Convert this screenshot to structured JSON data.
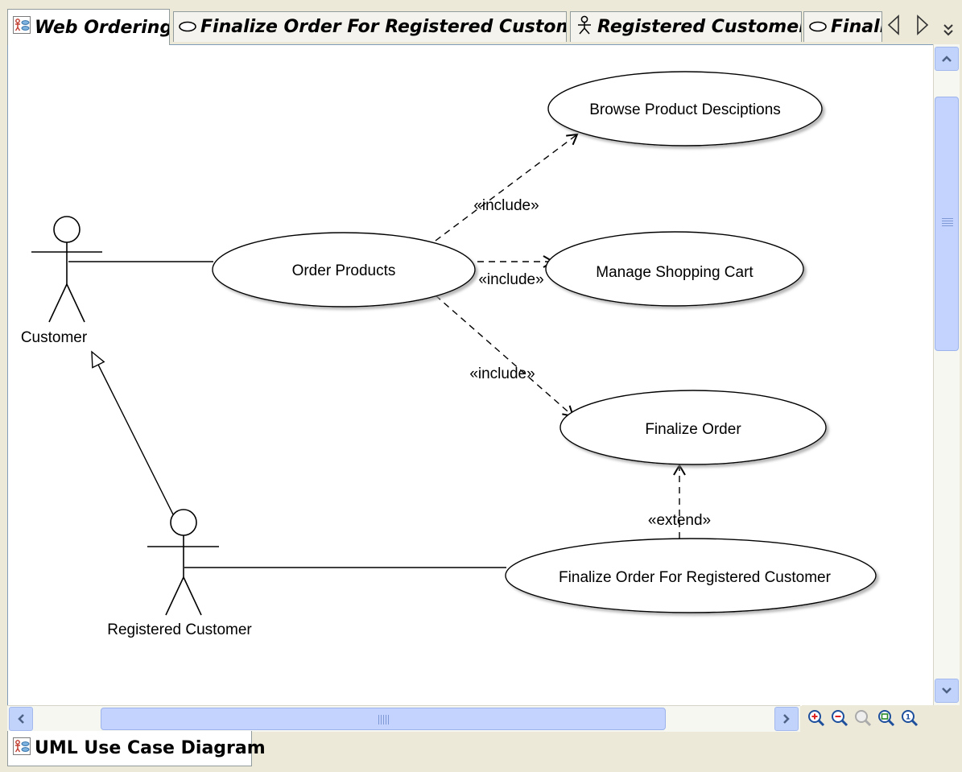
{
  "tabs": [
    {
      "label": "Web Ordering",
      "icon": "use-case-diagram-icon",
      "active": true
    },
    {
      "label": "Finalize Order For Registered Customer",
      "icon": "use-case-ellipse-icon",
      "active": false
    },
    {
      "label": "Registered Customer",
      "icon": "actor-icon",
      "active": false
    },
    {
      "label": "Finali",
      "icon": "use-case-ellipse-icon",
      "active": false
    }
  ],
  "tab_nav": {
    "prev_icon": "triangle-left-icon",
    "next_icon": "triangle-right-icon",
    "more_icon": "chevron-double-down-icon"
  },
  "diagram": {
    "actors": {
      "customer": "Customer",
      "registered_customer": "Registered Customer"
    },
    "use_cases": {
      "browse": "Browse Product Desciptions",
      "order_products": "Order Products",
      "manage_cart": "Manage Shopping Cart",
      "finalize_order": "Finalize Order",
      "finalize_registered": "Finalize Order For Registered Customer"
    },
    "relations": {
      "include_browse": "«include»",
      "include_cart": "«include»",
      "include_finalize": "«include»",
      "extend": "«extend»"
    }
  },
  "zoom_tools": [
    "zoom-in-icon",
    "zoom-out-icon",
    "zoom-disabled-icon",
    "zoom-fit-icon",
    "zoom-reset-icon"
  ],
  "bottom_tab": {
    "label": "UML Use Case Diagram",
    "icon": "use-case-diagram-icon"
  },
  "colors": {
    "tab_bg": "#ece9d8",
    "scroll_thumb": "#c3d3fd",
    "canvas": "#ffffff"
  }
}
